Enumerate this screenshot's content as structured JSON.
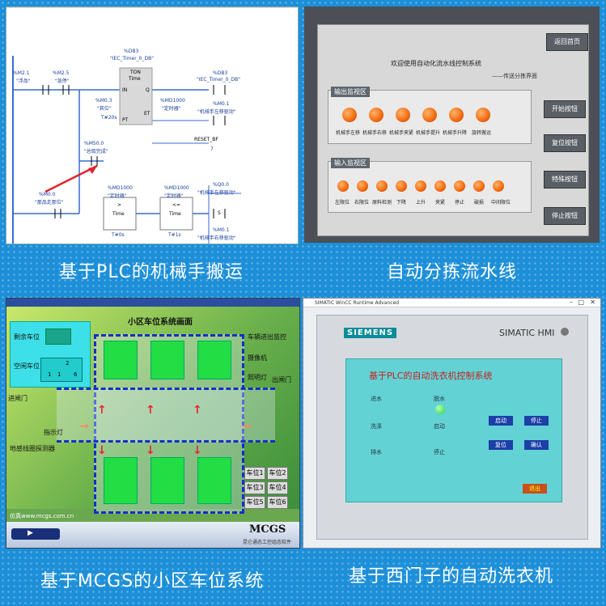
{
  "captions": {
    "plc": "基于PLC的机械手搬运",
    "sorting": "自动分拣流水线",
    "parking": "基于MCGS的小区车位系统",
    "washer": "基于西门子的自动洗衣机"
  },
  "plc_ladder": {
    "timer_db": "%DB3",
    "timer_db_name": "\"IEC_Timer_0_DB\"",
    "timer_type": "TON",
    "timer_unit": "Time",
    "pin_in": "IN",
    "pin_q": "Q",
    "pin_pt": "PT",
    "pin_et": "ET",
    "contact1_addr": "%M2.1",
    "contact1_name": "\"浮品\"",
    "contact2_addr": "%M2.5",
    "contact2_name": "\"急停\"",
    "contact3_addr": "%M0.3",
    "contact3_name": "\"其位\"",
    "pt_value": "T#20s",
    "md_et_addr": "%MD1000",
    "md_et_name": "\"定时器\"",
    "coil1_db": "%DB3",
    "coil1_db_name": "\"IEC_Timer_0_DB\"",
    "coil1_addr": "%M0.1",
    "coil1_name": "\"机械手左移驱动\"",
    "reset_label": "RESET_BF",
    "reset_value": "7",
    "contact4_addr": "%M50.0",
    "contact4_name": "\"总取完成\"",
    "contact5_addr": "%M0.0",
    "contact5_name": "\"那品走那位\"",
    "cmp1_addr": "%MD1000",
    "cmp1_name": "\"定时器\"",
    "cmp1_op": ">",
    "cmp1_type": "Time",
    "cmp1_value": "T#0s",
    "cmp2_addr": "%MD1000",
    "cmp2_name": "\"定时器\"",
    "cmp2_op": "<=",
    "cmp2_type": "Time",
    "cmp2_value": "T#1s",
    "coil2_addr": "%Q0.0",
    "coil2_name": "\"机械手左移驱动\"",
    "coil2_type": "S",
    "coil3_addr": "%M0.1",
    "coil3_name": "\"机械手右移驱动\""
  },
  "sorting": {
    "title": "欢迎使用自动化流水线控制系统",
    "subtitle": "——传送分拣界面",
    "return_btn": "返回首页",
    "start_btn": "开始按钮",
    "reset_btn": "复位按钮",
    "special_btn": "特殊按钮",
    "stop_btn": "停止按钮",
    "output_title": "输出监视区",
    "input_title": "输入监视区",
    "outputs": [
      "机械手左移",
      "机械手右移",
      "机械手夹紧",
      "机械手提升",
      "机械手升降",
      "旋转搬运"
    ],
    "inputs": [
      "左限位",
      "右限位",
      "原料检测",
      "下降",
      "上升",
      "夹紧",
      "停止",
      "破损",
      "中间限位"
    ]
  },
  "parking": {
    "title": "小区车位系统画面",
    "remaining_label": "剩余车位",
    "empty_label": "空闲车位",
    "digits": [
      "2",
      "1",
      "1",
      "6"
    ],
    "gate_in": "进闸门",
    "gate_out": "出闸门",
    "sensor": "车辆进出监控",
    "light": "照明灯",
    "camera": "摄像机",
    "legend": "指示灯",
    "entrance_sensor": "地感线圈探测器",
    "slots": [
      "车位1",
      "车位2",
      "车位3",
      "车位4",
      "车位5",
      "车位6"
    ],
    "footer": "MCGS",
    "footer_sub": "昆仑通态工控组态软件",
    "watermark": "仿真www.mcgs.com.cn"
  },
  "washer": {
    "window_title": "SIMATIC WinCC Runtime Advanced",
    "brand": "SIEMENS",
    "hmi": "SIMATIC HMI",
    "title": "基于PLC的自动洗衣机控制系统",
    "labels": [
      "进水",
      "洗涤",
      "排水",
      "脱水",
      "启动",
      "停止"
    ],
    "buttons": [
      "启动",
      "停止",
      "复位",
      "确认",
      "退出"
    ]
  },
  "colors": {
    "accent_blue": "#1d8fd8",
    "lamp_orange": "#f26b10",
    "slot_green": "#22dd44",
    "hmi_teal": "#63d2d4",
    "hmi_button": "#1c3fa8"
  }
}
